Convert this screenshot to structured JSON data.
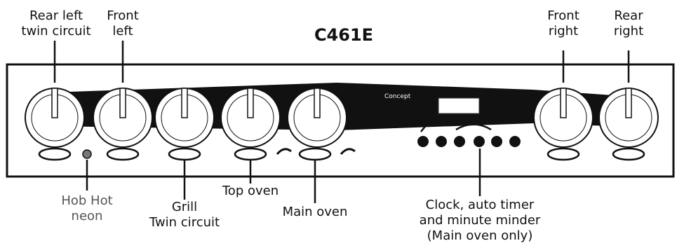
{
  "title": "C461E",
  "labels": {
    "rear_left": "Rear left\ntwin circuit",
    "front_left": "Front\nleft",
    "front_right": "Front\nright",
    "rear_right": "Rear\nright",
    "hob_hot": "Hob Hot\nneon",
    "grill": "Grill\nTwin circuit",
    "top_oven": "Top oven",
    "main_oven": "Main oven",
    "clock": "Clock, auto timer\nand minute minder\n(Main oven only)"
  },
  "panel": {
    "brand": "Concept"
  }
}
